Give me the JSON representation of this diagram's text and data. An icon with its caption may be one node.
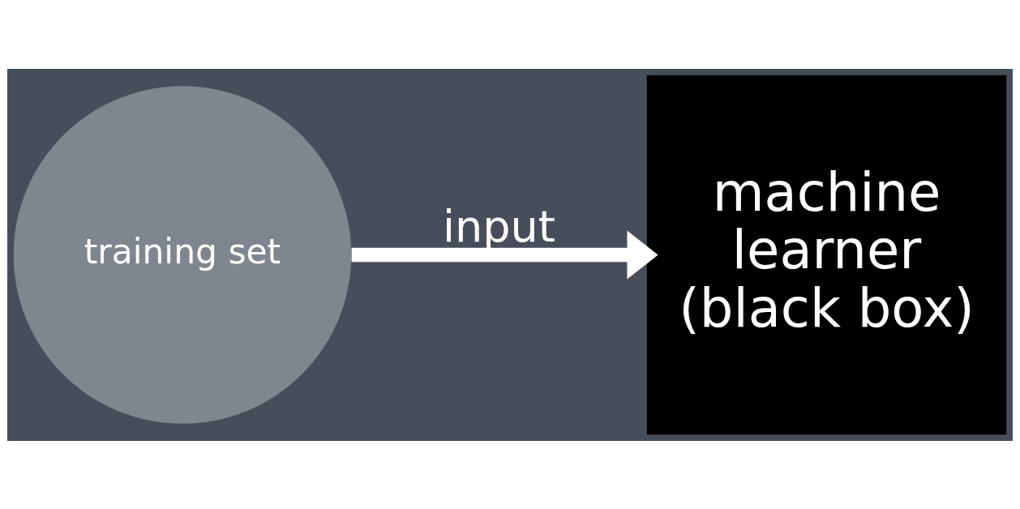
{
  "diagram": {
    "nodes": [
      {
        "text": [
          "training set"
        ]
      },
      {
        "text": [
          "machine learner (black box)"
        ]
      }
    ],
    "edges": [
      {
        "from": 0,
        "to": 1,
        "arrow": "to",
        "label": "input"
      }
    ]
  }
}
